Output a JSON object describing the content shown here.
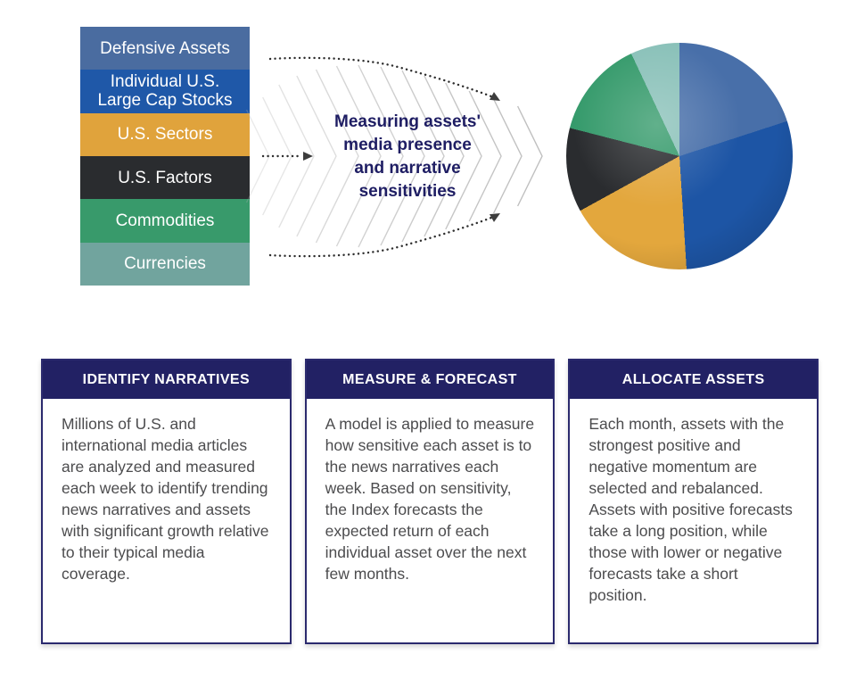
{
  "assets": {
    "bands": [
      {
        "label": "Defensive Assets",
        "color": "#4a6ca0"
      },
      {
        "label": "Individual U.S. Large Cap Stocks",
        "color": "#1f58a8"
      },
      {
        "label": "U.S. Sectors",
        "color": "#e0a33c"
      },
      {
        "label": "U.S. Factors",
        "color": "#2a2c2f"
      },
      {
        "label": "Commodities",
        "color": "#389a6b"
      },
      {
        "label": "Currencies",
        "color": "#71a49e"
      }
    ]
  },
  "flow": {
    "label_lines": {
      "line1": "Measuring assets'",
      "line2": "media presence",
      "line3": "and narrative",
      "line4": "sensitivities"
    },
    "text_color": "#1e1d63"
  },
  "icons": {
    "chevron_fan": "nested-right-chevrons",
    "dotted_arrow_top": "dotted-curve-arrow-down-right",
    "dotted_arrow_middle": "dotted-line-arrow-right",
    "dotted_arrow_bottom": "dotted-curve-arrow-up-right"
  },
  "chart_data": {
    "type": "pie",
    "title": "",
    "direction": "clockwise",
    "start_angle_deg": 0,
    "legend": "none",
    "segments": [
      {
        "label": "Defensive Assets",
        "percent": 20,
        "color": "#486fa9"
      },
      {
        "label": "Individual U.S. Large Cap Stocks",
        "percent": 29,
        "color": "#1d55a5"
      },
      {
        "label": "U.S. Sectors",
        "percent": 18,
        "color": "#e3a73d"
      },
      {
        "label": "U.S. Factors",
        "percent": 12,
        "color": "#2a2c2f"
      },
      {
        "label": "Commodities",
        "percent": 14,
        "color": "#359a6b"
      },
      {
        "label": "Currencies",
        "percent": 7,
        "color": "#8ac1b9"
      }
    ]
  },
  "cards": [
    {
      "header": "IDENTIFY NARRATIVES",
      "body": "Millions of U.S. and international media articles are analyzed and measured each week to identify trending news narratives and assets with significant growth relative to their typical media coverage."
    },
    {
      "header": "MEASURE & FORECAST",
      "body": "A model is applied to measure how sensitive each asset is to the news narratives each week. Based on sensitivity, the Index forecasts the expected return of each individual asset over the next few months."
    },
    {
      "header": "ALLOCATE ASSETS",
      "body": "Each month, assets with the strongest positive and negative momentum are selected and rebalanced. Assets with positive forecasts take a long position, while those with lower or negative forecasts take a short position."
    }
  ],
  "colors": {
    "card_header_bg": "#222164",
    "card_border": "#2b2a6e",
    "body_text": "#4c4c4e",
    "background": "#ffffff"
  }
}
